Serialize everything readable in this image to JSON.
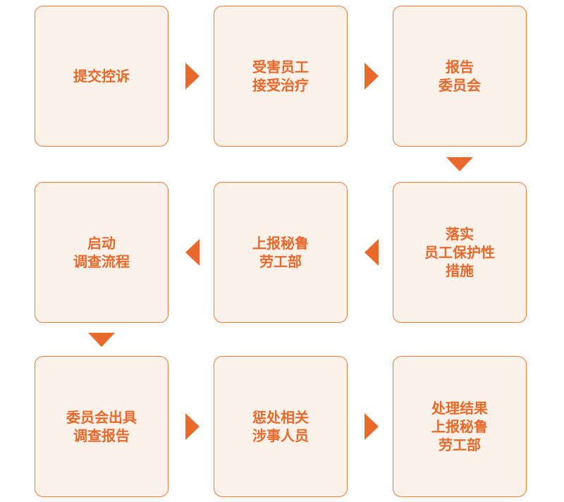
{
  "colors": {
    "accent": "#e8692b",
    "box_fill": "#fdf2ea",
    "box_border": "#ef7a3c"
  },
  "steps": [
    {
      "text": "提交控诉"
    },
    {
      "text": "受害员工\n接受治疗"
    },
    {
      "text": "报告\n委员会"
    },
    {
      "text": "落实\n员工保护性\n措施"
    },
    {
      "text": "上报秘鲁\n劳工部"
    },
    {
      "text": "启动\n调查流程"
    },
    {
      "text": "委员会出具\n调查报告"
    },
    {
      "text": "惩处相关\n涉事人员"
    },
    {
      "text": "处理结果\n上报秘鲁\n劳工部"
    }
  ]
}
